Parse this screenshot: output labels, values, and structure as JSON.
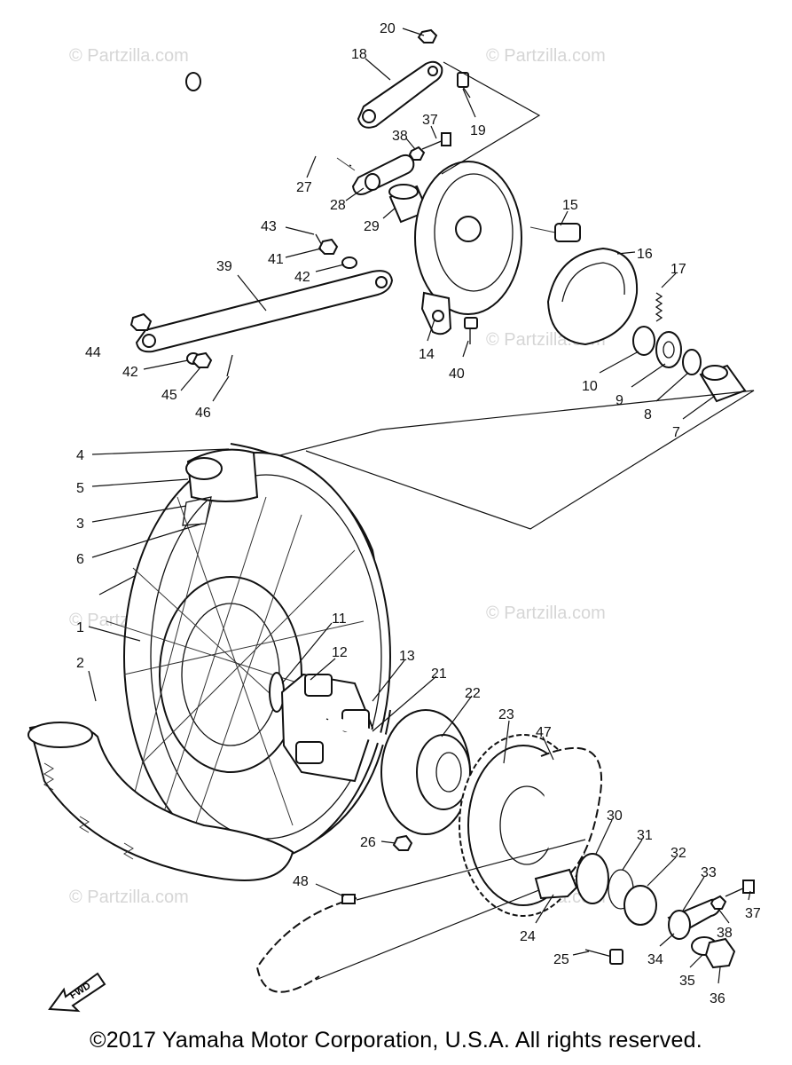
{
  "watermark": "© Partzilla.com",
  "copyright": "©2017  Yamaha Motor Corporation, U.S.A. All rights reserved.",
  "fwd_label": "FWD",
  "callouts": [
    {
      "id": "p20",
      "label": "20"
    },
    {
      "id": "p18",
      "label": "18"
    },
    {
      "id": "p19",
      "label": "19"
    },
    {
      "id": "p37a",
      "label": "37"
    },
    {
      "id": "p38a",
      "label": "38"
    },
    {
      "id": "p27",
      "label": "27"
    },
    {
      "id": "p28",
      "label": "28"
    },
    {
      "id": "p29",
      "label": "29"
    },
    {
      "id": "p15",
      "label": "15"
    },
    {
      "id": "p16",
      "label": "16"
    },
    {
      "id": "p17",
      "label": "17"
    },
    {
      "id": "p43",
      "label": "43"
    },
    {
      "id": "p41",
      "label": "41"
    },
    {
      "id": "p42a",
      "label": "42"
    },
    {
      "id": "p39",
      "label": "39"
    },
    {
      "id": "p44",
      "label": "44"
    },
    {
      "id": "p42b",
      "label": "42"
    },
    {
      "id": "p45",
      "label": "45"
    },
    {
      "id": "p46",
      "label": "46"
    },
    {
      "id": "p14",
      "label": "14"
    },
    {
      "id": "p40",
      "label": "40"
    },
    {
      "id": "p10",
      "label": "10"
    },
    {
      "id": "p9",
      "label": "9"
    },
    {
      "id": "p8",
      "label": "8"
    },
    {
      "id": "p7",
      "label": "7"
    },
    {
      "id": "p4",
      "label": "4"
    },
    {
      "id": "p5",
      "label": "5"
    },
    {
      "id": "p3",
      "label": "3"
    },
    {
      "id": "p6",
      "label": "6"
    },
    {
      "id": "p1",
      "label": "1"
    },
    {
      "id": "p2",
      "label": "2"
    },
    {
      "id": "p11",
      "label": "11"
    },
    {
      "id": "p12",
      "label": "12"
    },
    {
      "id": "p13",
      "label": "13"
    },
    {
      "id": "p21",
      "label": "21"
    },
    {
      "id": "p22",
      "label": "22"
    },
    {
      "id": "p23",
      "label": "23"
    },
    {
      "id": "p47",
      "label": "47"
    },
    {
      "id": "p26",
      "label": "26"
    },
    {
      "id": "p30",
      "label": "30"
    },
    {
      "id": "p31",
      "label": "31"
    },
    {
      "id": "p32",
      "label": "32"
    },
    {
      "id": "p33",
      "label": "33"
    },
    {
      "id": "p37b",
      "label": "37"
    },
    {
      "id": "p38b",
      "label": "38"
    },
    {
      "id": "p48",
      "label": "48"
    },
    {
      "id": "p24",
      "label": "24"
    },
    {
      "id": "p25",
      "label": "25"
    },
    {
      "id": "p34",
      "label": "34"
    },
    {
      "id": "p35",
      "label": "35"
    },
    {
      "id": "p36",
      "label": "36"
    }
  ]
}
